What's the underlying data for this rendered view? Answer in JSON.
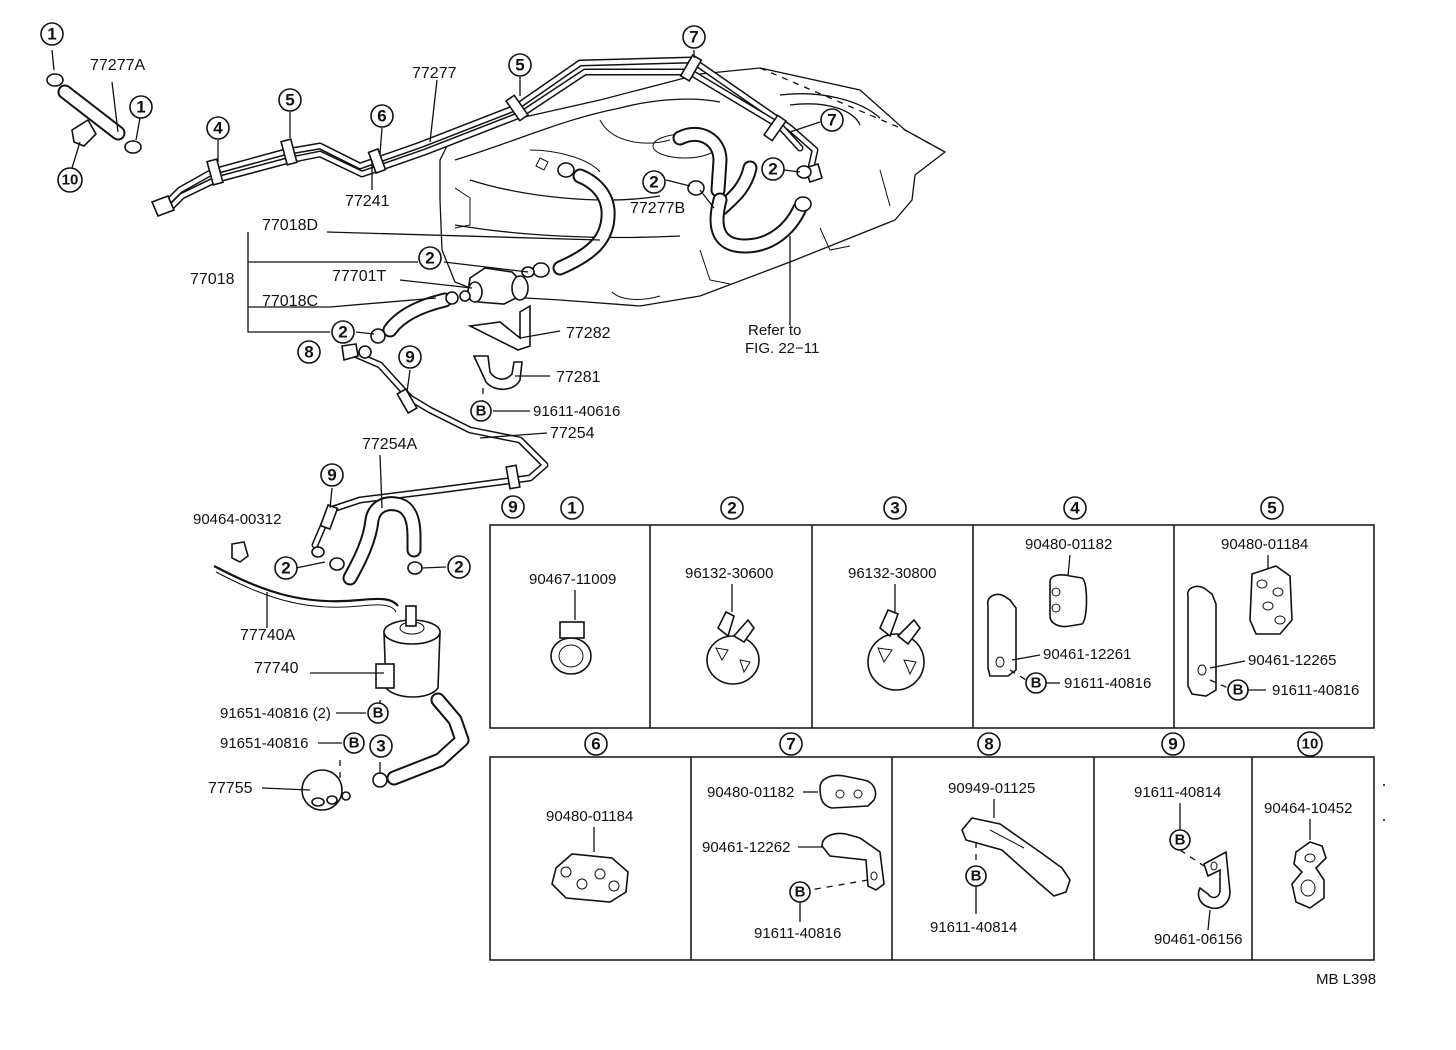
{
  "labels": {
    "p77277A": "77277A",
    "p77277": "77277",
    "p77241": "77241",
    "p77018D": "77018D",
    "p77018": "77018",
    "p77701T": "77701T",
    "p77018C": "77018C",
    "p77277B": "77277B",
    "p77282": "77282",
    "p77281": "77281",
    "p91611_40616": "91611-40616",
    "p77254": "77254",
    "p77254A": "77254A",
    "p90464_00312": "90464-00312",
    "p77740A": "77740A",
    "p77740": "77740",
    "p91651_40816_2": "91651-40816 (2)",
    "p91651_40816": "91651-40816",
    "p77755": "77755",
    "refer_line1": "Refer to",
    "refer_line2": "FIG. 22−11",
    "code": "MB L398"
  },
  "callouts": {
    "n1": "1",
    "n2": "2",
    "n3": "3",
    "n4": "4",
    "n5": "5",
    "n6": "6",
    "n7": "7",
    "n8": "8",
    "n9": "9",
    "n10": "10",
    "B": "B"
  },
  "boxes": {
    "b1": {
      "part": "90467-11009"
    },
    "b2": {
      "part": "96132-30600"
    },
    "b3": {
      "part": "96132-30800"
    },
    "b4": {
      "part_top": "90480-01182",
      "part_mid": "90461-12261",
      "bolt": "91611-40816"
    },
    "b5": {
      "part_top": "90480-01184",
      "part_mid": "90461-12265",
      "bolt": "91611-40816"
    },
    "b6": {
      "part": "90480-01184"
    },
    "b7": {
      "part_top": "90480-01182",
      "part_mid": "90461-12262",
      "bolt": "91611-40816"
    },
    "b8": {
      "part_top": "90949-01125",
      "bolt": "91611-40814"
    },
    "b9": {
      "bolt": "91611-40814",
      "part": "90461-06156"
    },
    "b10": {
      "part": "90464-10452"
    }
  },
  "colors": {
    "ink": "#111111",
    "paper": "#ffffff"
  }
}
